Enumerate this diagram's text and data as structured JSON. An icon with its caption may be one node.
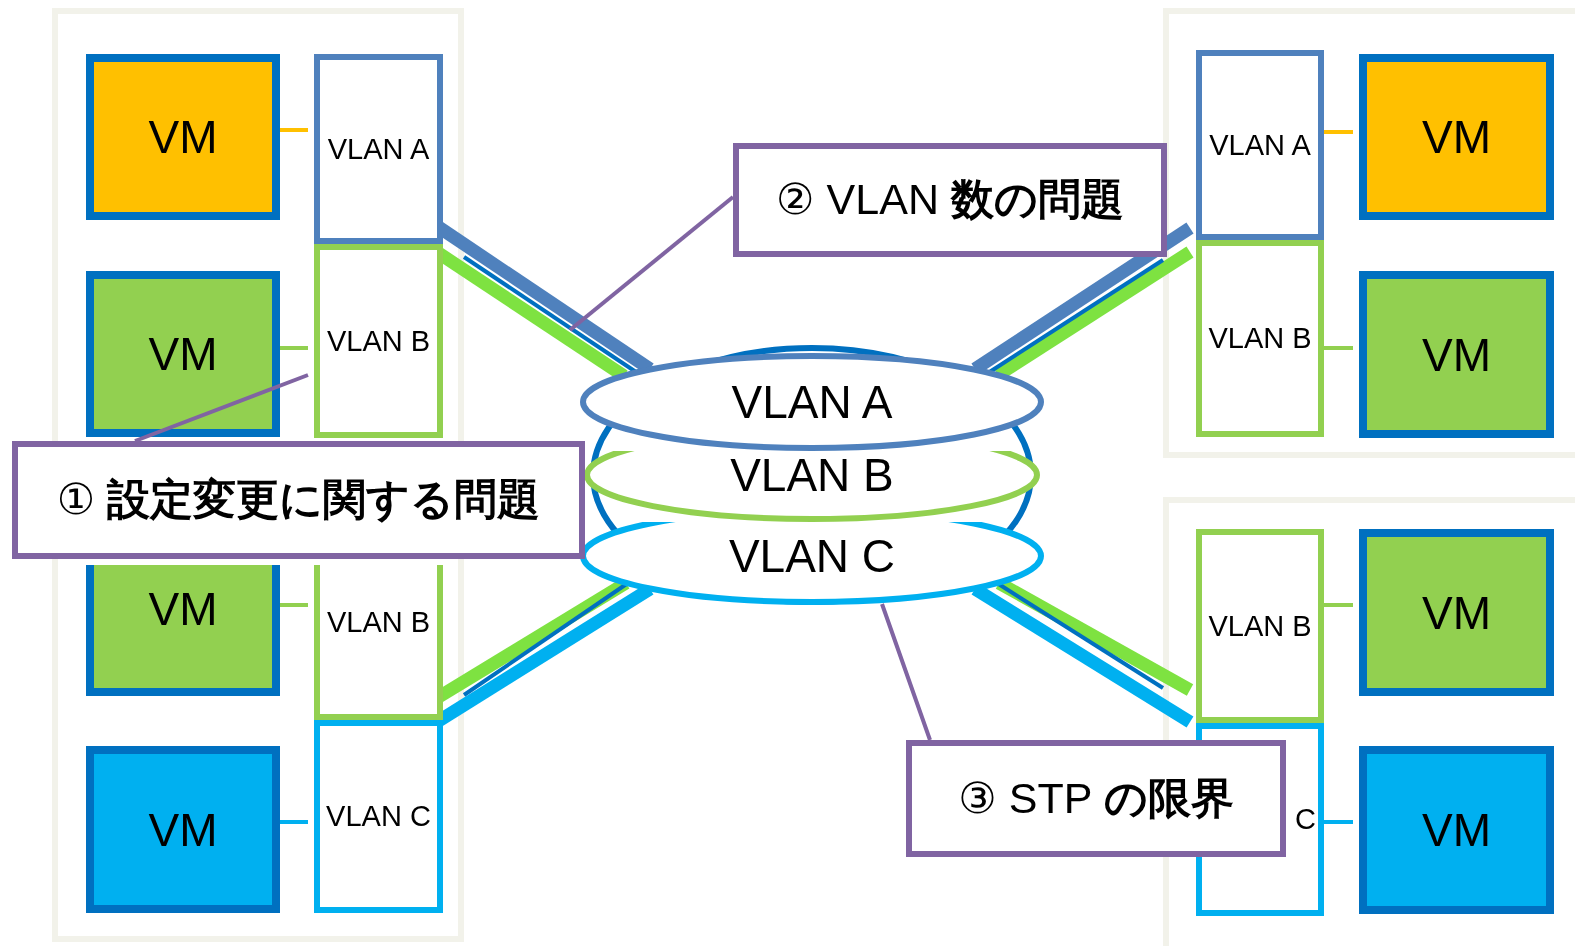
{
  "diagram": {
    "nodes": [
      {
        "text": [],
        "shape": "box"
      },
      {
        "text": [
          "VM"
        ],
        "in": 0
      },
      {
        "text": [
          "VLAN A"
        ],
        "in": 0
      },
      {
        "text": [
          "VM"
        ],
        "in": 0
      },
      {
        "text": [
          "VLAN B"
        ],
        "in": 0
      },
      {
        "text": [
          "VM"
        ],
        "in": 0
      },
      {
        "text": [
          "VLAN B"
        ],
        "in": 0
      },
      {
        "text": [
          "VM"
        ],
        "in": 0
      },
      {
        "text": [
          "VLAN C"
        ],
        "in": 0
      },
      {
        "text": [],
        "shape": "box"
      },
      {
        "text": [
          "VLAN A"
        ],
        "in": 9
      },
      {
        "text": [
          "VM"
        ],
        "in": 9
      },
      {
        "text": [
          "VLAN B"
        ],
        "in": 9
      },
      {
        "text": [
          "VM"
        ],
        "in": 9
      },
      {
        "text": [],
        "shape": "box"
      },
      {
        "text": [
          "VLAN B"
        ],
        "in": 14
      },
      {
        "text": [
          "VM"
        ],
        "in": 14
      },
      {
        "text": [
          "C"
        ],
        "in": 14
      },
      {
        "text": [
          "VM"
        ],
        "in": 14
      },
      {
        "text": [
          "VLAN A"
        ]
      },
      {
        "text": [
          "VLAN B"
        ]
      },
      {
        "text": [
          "VLAN C"
        ]
      },
      {
        "text": [
          "① **設定変更に関する問題**"
        ]
      },
      {
        "text": [
          "② VLAN **数の問題**"
        ]
      },
      {
        "text": [
          "③ STP **の限界**"
        ]
      }
    ],
    "edges": [
      {
        "from": 1,
        "to": 2,
        "arrow": "none",
        "color": "#ffc000"
      },
      {
        "from": 3,
        "to": 4,
        "arrow": "none",
        "color": "#92d050"
      },
      {
        "from": 5,
        "to": 6,
        "arrow": "none",
        "color": "#92d050"
      },
      {
        "from": 7,
        "to": 8,
        "arrow": "none",
        "color": "#00b0f0"
      },
      {
        "from": 10,
        "to": 11,
        "arrow": "none",
        "color": "#ffc000"
      },
      {
        "from": 12,
        "to": 13,
        "arrow": "none",
        "color": "#92d050"
      },
      {
        "from": 15,
        "to": 16,
        "arrow": "none",
        "color": "#92d050"
      },
      {
        "from": 17,
        "to": 18,
        "arrow": "none",
        "color": "#00b0f0"
      },
      {
        "from": 2,
        "to": 19,
        "arrow": "none",
        "style": "thick",
        "color": "#4f81bd"
      },
      {
        "from": 4,
        "to": 19,
        "arrow": "none",
        "style": "thick",
        "color": "#7ee241"
      },
      {
        "from": 6,
        "to": 21,
        "arrow": "none",
        "style": "thick",
        "color": "#7ee241"
      },
      {
        "from": 8,
        "to": 21,
        "arrow": "none",
        "style": "thick",
        "color": "#00b0f0"
      },
      {
        "from": 10,
        "to": 19,
        "arrow": "none",
        "style": "thick",
        "color": "#4f81bd"
      },
      {
        "from": 12,
        "to": 19,
        "arrow": "none",
        "style": "thick",
        "color": "#7ee241"
      },
      {
        "from": 15,
        "to": 21,
        "arrow": "none",
        "style": "thick",
        "color": "#7ee241"
      },
      {
        "from": 17,
        "to": 21,
        "arrow": "none",
        "style": "thick",
        "color": "#00b0f0"
      },
      {
        "from": 0,
        "to": 19,
        "arrow": "none",
        "color": "#0070c0"
      },
      {
        "from": 9,
        "to": 19,
        "arrow": "none",
        "color": "#0070c0"
      },
      {
        "from": 14,
        "to": 21,
        "arrow": "none",
        "color": "#0070c0"
      },
      {
        "from": 0,
        "to": 21,
        "arrow": "none",
        "color": "#0070c0"
      },
      {
        "from": 22,
        "to": 4,
        "arrow": "none",
        "color": "#8064a2"
      },
      {
        "from": 23,
        "to": null,
        "arrow": "none",
        "color": "#8064a2"
      },
      {
        "from": 24,
        "to": 21,
        "arrow": "none",
        "color": "#8064a2"
      }
    ]
  }
}
